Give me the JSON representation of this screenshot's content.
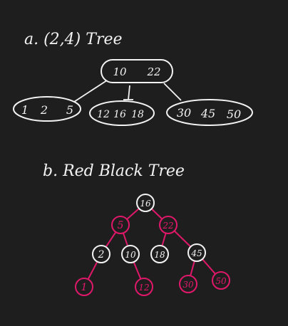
{
  "colors": {
    "background": "#1e1e1e",
    "ink": "#f2f2f2",
    "red": "#e0186a"
  },
  "part_a": {
    "title": "a. (2,4) Tree",
    "root": {
      "keys": [
        "10",
        "22"
      ]
    },
    "children": [
      {
        "keys": [
          "1",
          "2",
          "5"
        ]
      },
      {
        "keys": [
          "12",
          "16",
          "18"
        ]
      },
      {
        "keys": [
          "30",
          "45",
          "50"
        ]
      }
    ]
  },
  "part_b": {
    "title": "b. Red Black Tree",
    "nodes": [
      {
        "id": "n16",
        "key": "16",
        "color": "black"
      },
      {
        "id": "n5",
        "key": "5",
        "color": "red"
      },
      {
        "id": "n22",
        "key": "22",
        "color": "red"
      },
      {
        "id": "n2",
        "key": "2",
        "color": "black"
      },
      {
        "id": "n10",
        "key": "10",
        "color": "black"
      },
      {
        "id": "n18",
        "key": "18",
        "color": "black"
      },
      {
        "id": "n45",
        "key": "45",
        "color": "black"
      },
      {
        "id": "n1",
        "key": "1",
        "color": "red"
      },
      {
        "id": "n12",
        "key": "12",
        "color": "red"
      },
      {
        "id": "n30",
        "key": "30",
        "color": "red"
      },
      {
        "id": "n50",
        "key": "50",
        "color": "red"
      }
    ],
    "edges": [
      {
        "from": "n16",
        "to": "n5",
        "color": "red"
      },
      {
        "from": "n16",
        "to": "n22",
        "color": "red"
      },
      {
        "from": "n5",
        "to": "n2",
        "color": "red"
      },
      {
        "from": "n5",
        "to": "n10",
        "color": "red"
      },
      {
        "from": "n22",
        "to": "n18",
        "color": "red"
      },
      {
        "from": "n22",
        "to": "n45",
        "color": "red"
      },
      {
        "from": "n2",
        "to": "n1",
        "color": "red"
      },
      {
        "from": "n10",
        "to": "n12",
        "color": "red"
      },
      {
        "from": "n45",
        "to": "n30",
        "color": "red"
      },
      {
        "from": "n45",
        "to": "n50",
        "color": "red"
      }
    ]
  }
}
